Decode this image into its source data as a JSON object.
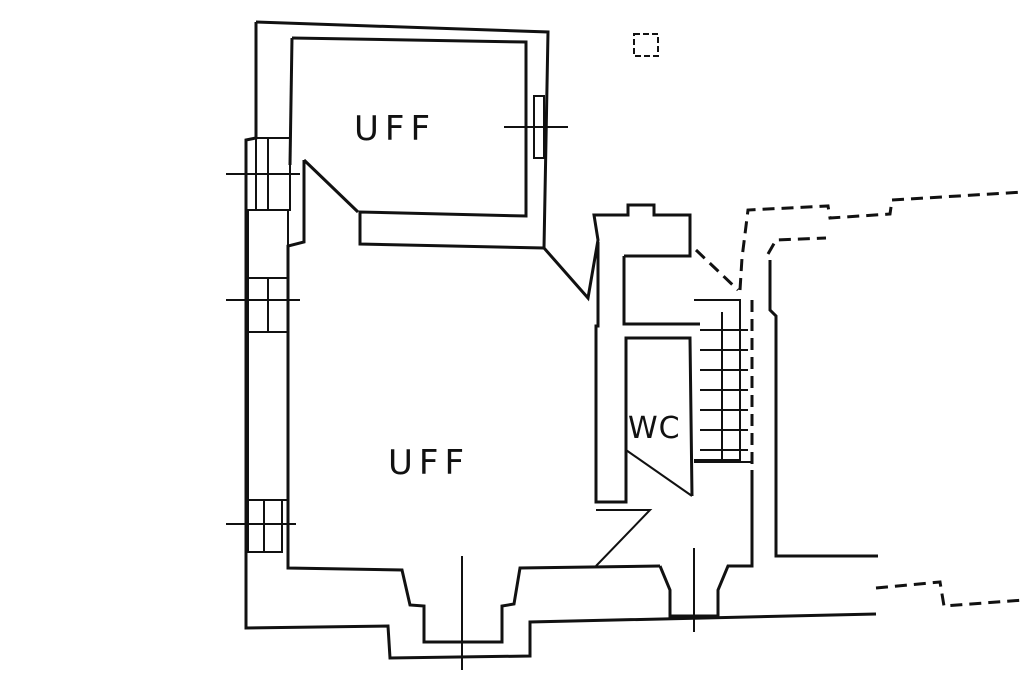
{
  "rooms": {
    "upper_room": {
      "label": "UFF"
    },
    "lower_room": {
      "label": "UFF"
    },
    "toilet": {
      "label": "WC"
    }
  }
}
